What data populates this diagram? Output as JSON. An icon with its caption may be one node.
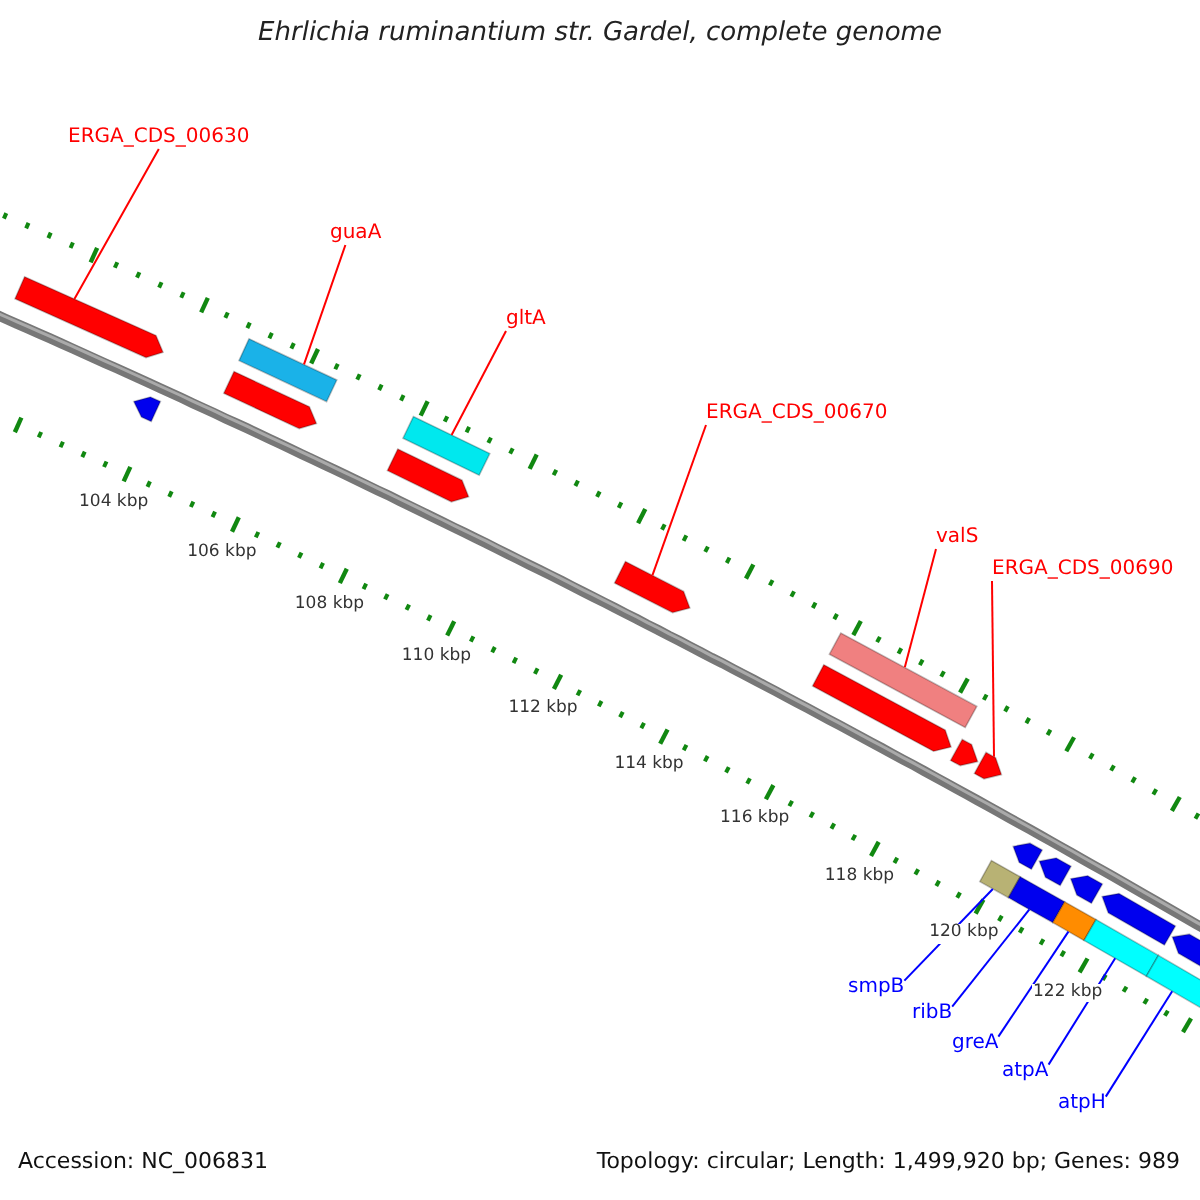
{
  "diagram": {
    "title": "Ehrlichia ruminantium str. Gardel, complete genome",
    "nodes": [
      {
        "text": [
          "ERGA_CDS_00630"
        ]
      },
      {
        "text": [],
        "shape": "arrow"
      },
      {
        "text": [
          "guaA"
        ]
      },
      {
        "text": [],
        "shape": "bar"
      },
      {
        "text": [
          "gltA"
        ]
      },
      {
        "text": [],
        "shape": "bar"
      },
      {
        "text": [
          "ERGA_CDS_00670"
        ]
      },
      {
        "text": [],
        "shape": "arrow"
      },
      {
        "text": [
          "valS"
        ]
      },
      {
        "text": [],
        "shape": "bar"
      },
      {
        "text": [
          "ERGA_CDS_00690"
        ]
      },
      {
        "text": [],
        "shape": "arrow"
      },
      {
        "text": [
          "smpB"
        ]
      },
      {
        "text": [],
        "shape": "bar"
      },
      {
        "text": [
          "ribB"
        ]
      },
      {
        "text": [],
        "shape": "bar"
      },
      {
        "text": [
          "greA"
        ]
      },
      {
        "text": [],
        "shape": "bar"
      },
      {
        "text": [
          "atpA"
        ]
      },
      {
        "text": [],
        "shape": "bar"
      },
      {
        "text": [
          "atpH"
        ]
      },
      {
        "text": [],
        "shape": "bar"
      },
      {
        "text": [],
        "shape": "arrow"
      },
      {
        "text": [],
        "shape": "arrow"
      },
      {
        "text": [],
        "shape": "arrow"
      },
      {
        "text": [],
        "shape": "arrow"
      },
      {
        "text": [],
        "shape": "arrow"
      },
      {
        "text": [],
        "shape": "arrow"
      },
      {
        "text": [],
        "shape": "arrow"
      },
      {
        "text": [],
        "shape": "arrow"
      },
      {
        "text": [],
        "shape": "arrow"
      },
      {
        "text": [],
        "shape": "arrow"
      }
    ],
    "edges": [
      {
        "from": 0,
        "to": 1,
        "arrow": "none"
      },
      {
        "from": 2,
        "to": 3,
        "arrow": "none"
      },
      {
        "from": 4,
        "to": 5,
        "arrow": "none"
      },
      {
        "from": 6,
        "to": 7,
        "arrow": "none"
      },
      {
        "from": 8,
        "to": 9,
        "arrow": "none"
      },
      {
        "from": 10,
        "to": 11,
        "arrow": "none"
      },
      {
        "from": 12,
        "to": 13,
        "arrow": "none",
        "color": "#0000ff"
      },
      {
        "from": 14,
        "to": 15,
        "arrow": "none",
        "color": "#0000ff"
      },
      {
        "from": 16,
        "to": 17,
        "arrow": "none",
        "color": "#0000ff"
      },
      {
        "from": 18,
        "to": 19,
        "arrow": "none",
        "color": "#0000ff"
      },
      {
        "from": 20,
        "to": 21,
        "arrow": "none",
        "color": "#0000ff"
      }
    ],
    "labels": [
      "104 kbp",
      "106 kbp",
      "108 kbp",
      "110 kbp",
      "112 kbp",
      "114 kbp",
      "116 kbp",
      "118 kbp",
      "120 kbp",
      "122 kbp",
      "Accession: NC_006831",
      "Topology: circular; Length: 1,499,920 bp; Genes: 989"
    ]
  }
}
